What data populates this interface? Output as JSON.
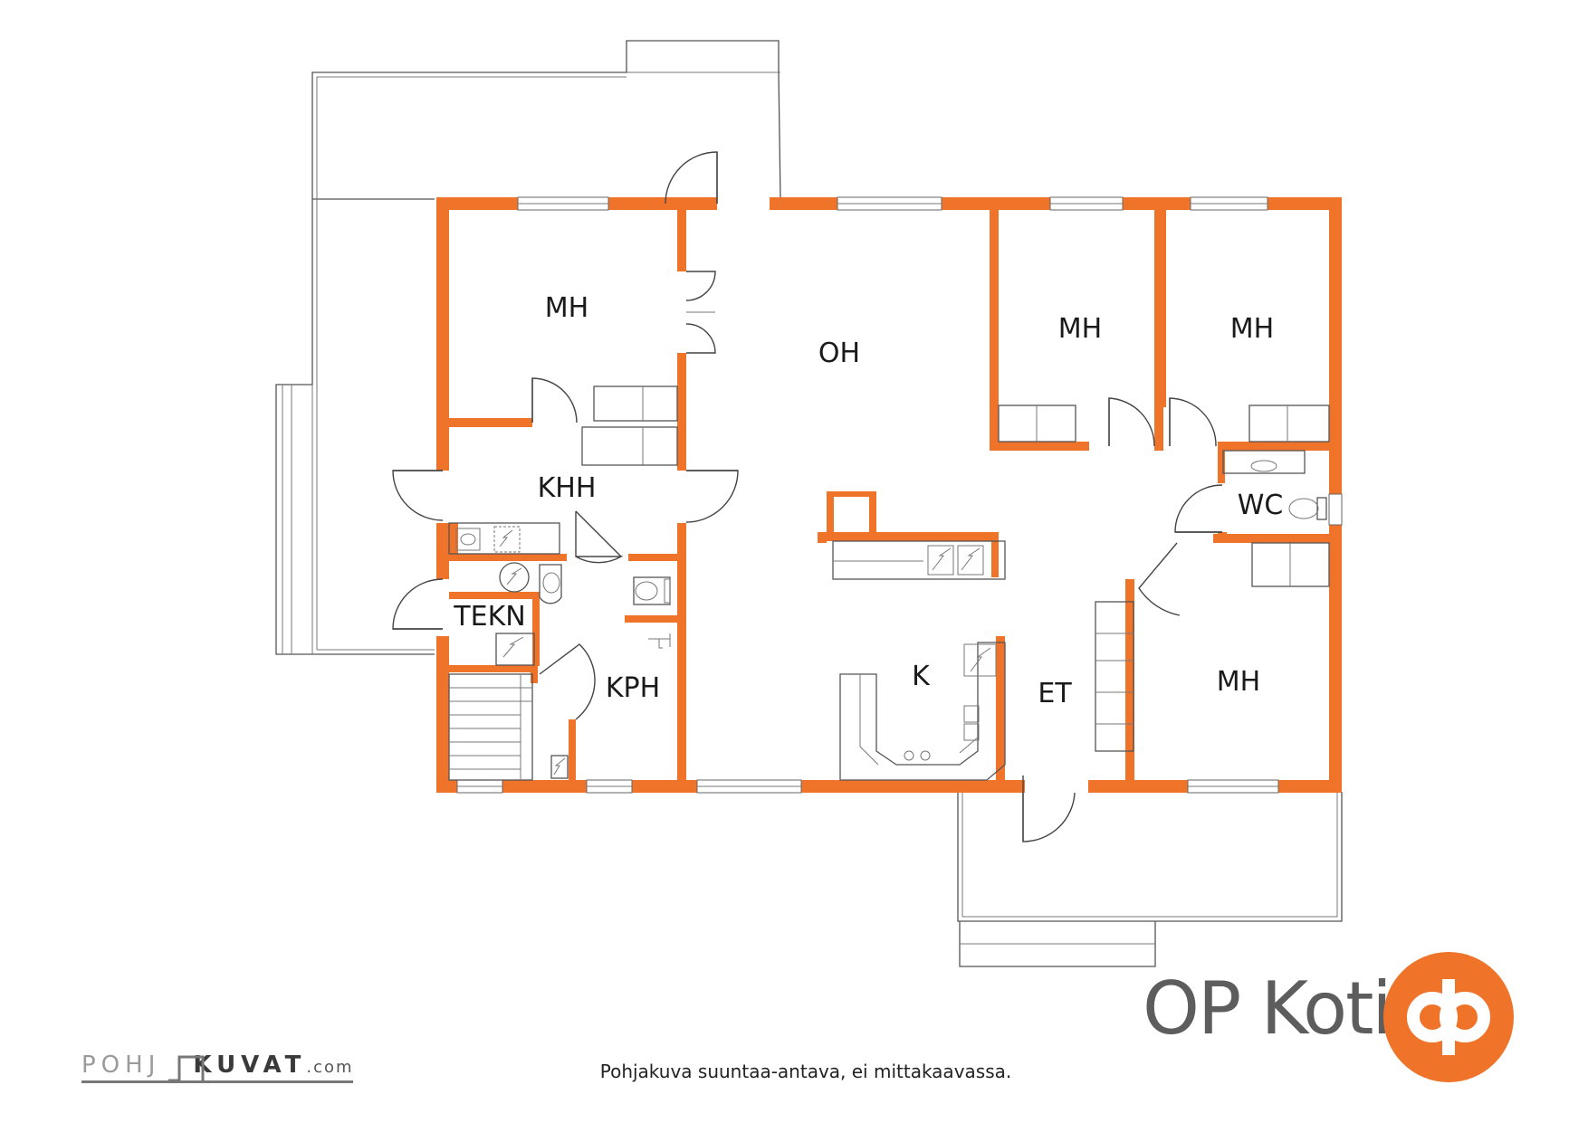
{
  "rooms": {
    "mh1": "MH",
    "oh": "OH",
    "mh2": "MH",
    "mh3": "MH",
    "khh": "KHH",
    "wc": "WC",
    "tekn": "TEKN",
    "kph": "KPH",
    "k": "K",
    "et": "ET",
    "mh4": "MH"
  },
  "footer": {
    "disclaimer": "Pohjakuva suuntaa-antava, ei mittakaavassa.",
    "brand": "OP Koti",
    "pohja_part1": "POHJ",
    "pohja_part2": "KUVAT",
    "pohja_part3": ".com"
  },
  "colors": {
    "wall": "#f0732a",
    "brand_text": "#5d5d5d",
    "logo": "#f0732a"
  },
  "icons": {
    "logo": "op-logo-icon"
  }
}
